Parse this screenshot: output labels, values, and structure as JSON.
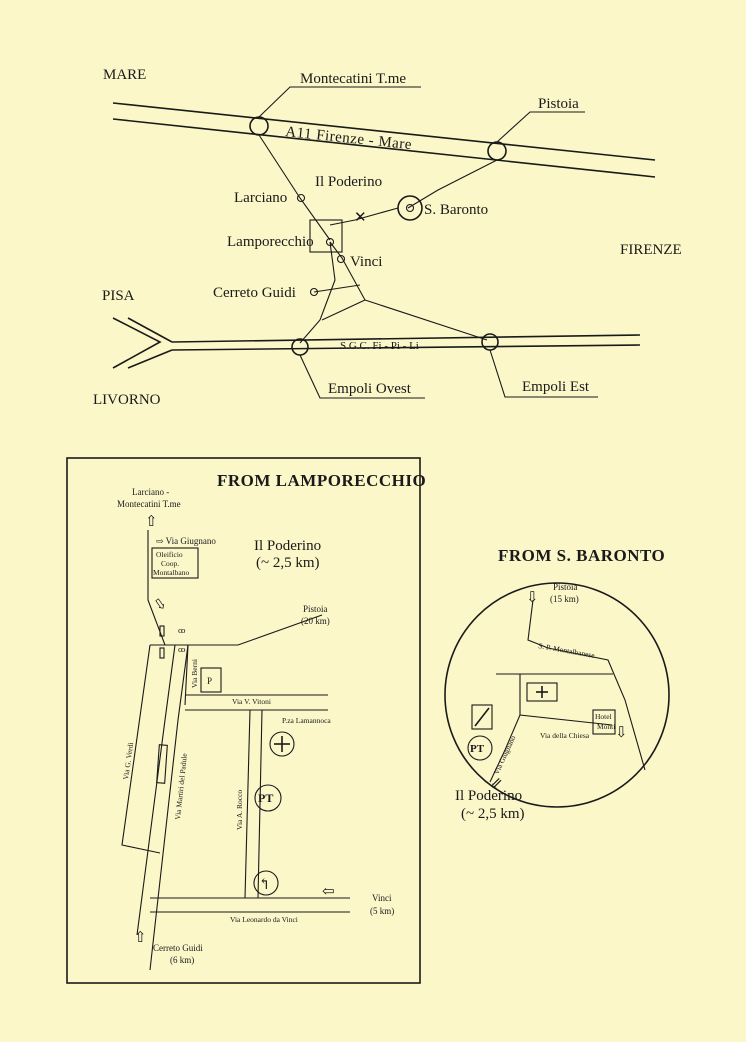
{
  "overview": {
    "mare": "MARE",
    "montecatini": "Montecatini T.me",
    "pistoia": "Pistoia",
    "a11": "A11 Firenze - Mare",
    "il_poderino": "Il Poderino",
    "larciano": "Larciano",
    "s_baronto": "S. Baronto",
    "lamporecchio": "Lamporecchio",
    "vinci": "Vinci",
    "firenze": "FIRENZE",
    "pisa": "PISA",
    "cerreto_guidi": "Cerreto Guidi",
    "sgc": "S.G.C. Fi - Pi - Li",
    "empoli_ovest": "Empoli Ovest",
    "empoli_est": "Empoli Est",
    "livorno": "LIVORNO"
  },
  "lamporecchio_map": {
    "title": "FROM LAMPORECCHIO",
    "larciano_montecatini_1": "Larciano -",
    "larciano_montecatini_2": "Montecatini T.me",
    "via_giugnano": "⇨ Via Giugnano",
    "oleificio_1": "Oleificio",
    "oleificio_2": "Coop.",
    "oleificio_3": "Montalbano",
    "il_poderino": "Il Poderino",
    "distance": "(~ 2,5 km)",
    "pistoia": "Pistoia",
    "pistoia_km": "(20 km)",
    "parking": "P",
    "via_berni": "Via Berni",
    "via_vittoni": "Via V. Vitoni",
    "piazza_lamannoca": "P.za Lamannoca",
    "via_verdi": "Via G. Verdi",
    "via_martiri": "Via Martiri del Padule",
    "via_rocco": "Via A. Rocco",
    "post": "PT",
    "vinci": "Vinci",
    "vinci_km": "(5 km)",
    "via_leonardo": "Via Leonardo da Vinci",
    "cerreto_guidi": "Cerreto Guidi",
    "cerreto_km": "(6 km)"
  },
  "baronto_map": {
    "title": "FROM S. BARONTO",
    "pistoia": "Pistoia",
    "pistoia_km": "(15 km)",
    "sp_montalbanese": "S. P. Montalbanese",
    "hotel_1": "Hotel",
    "hotel_2": "Monti",
    "via_chiesa": "Via della Chiesa",
    "via_giugnano": "Via Giugnano",
    "post": "PT",
    "il_poderino": "Il Poderino",
    "distance": "(~ 2,5 km)"
  }
}
